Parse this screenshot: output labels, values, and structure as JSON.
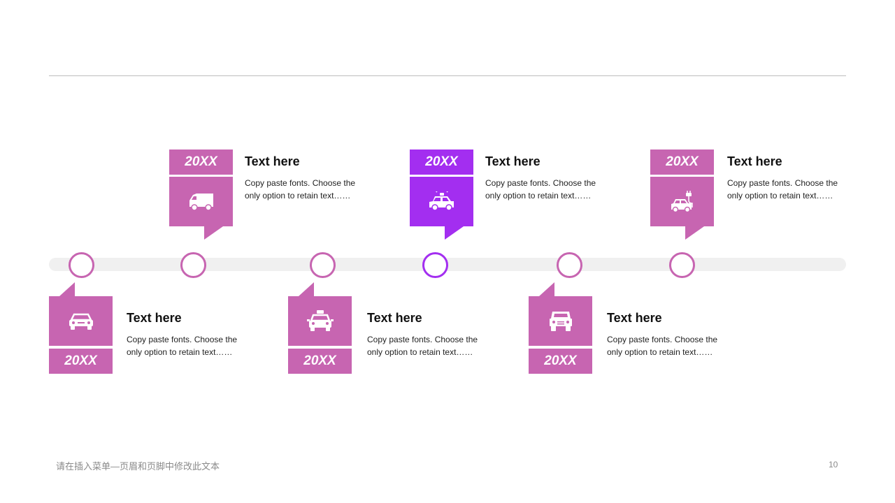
{
  "colors": {
    "pink": "#c765b1",
    "purple": "#a32ef0",
    "track": "#f0f0f0"
  },
  "milestones": [
    {
      "year": "20XX",
      "heading": "Text here",
      "body": "Copy paste fonts. Choose the only option to retain text……",
      "icon": "sedan-car-icon"
    },
    {
      "year": "20XX",
      "heading": "Text here",
      "body": "Copy paste fonts. Choose the only option to retain text……",
      "icon": "delivery-truck-icon"
    },
    {
      "year": "20XX",
      "heading": "Text here",
      "body": "Copy paste fonts. Choose the only option to retain text……",
      "icon": "taxi-icon"
    },
    {
      "year": "20XX",
      "heading": "Text here",
      "body": "Copy paste fonts. Choose the only option to retain text……",
      "icon": "police-car-icon"
    },
    {
      "year": "20XX",
      "heading": "Text here",
      "body": "Copy paste fonts. Choose the only option to retain text……",
      "icon": "jeep-icon"
    },
    {
      "year": "20XX",
      "heading": "Text here",
      "body": "Copy paste fonts. Choose the only option to retain text……",
      "icon": "electric-car-icon"
    }
  ],
  "footer": {
    "note": "请在插入菜单—页眉和页脚中修改此文本",
    "page_number": "10"
  }
}
